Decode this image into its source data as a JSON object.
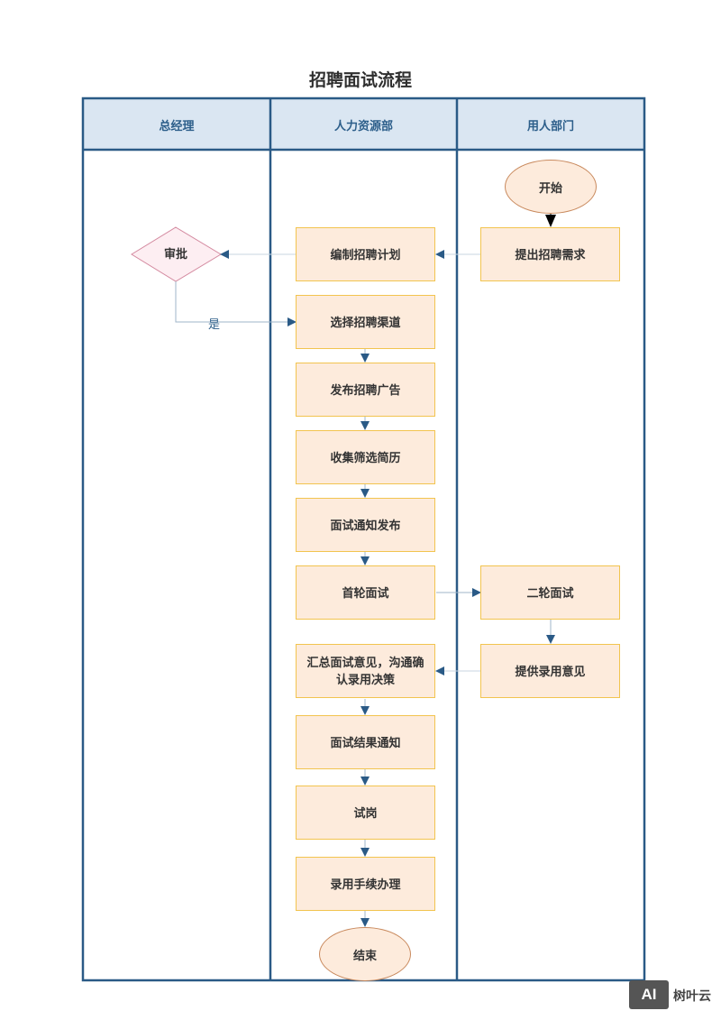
{
  "title": "招聘面试流程",
  "lanes": [
    "总经理",
    "人力资源部",
    "用人部门"
  ],
  "nodes": {
    "start": "开始",
    "request": "提出招聘需求",
    "plan": "编制招聘计划",
    "approve": "审批",
    "channel": "选择招聘渠道",
    "publish": "发布招聘广告",
    "collect": "收集筛选简历",
    "notify_interview": "面试通知发布",
    "first_interview": "首轮面试",
    "second_interview": "二轮面试",
    "feedback": "提供录用意见",
    "summary": "汇总面试意见，沟通确认录用决策",
    "result_notice": "面试结果通知",
    "trial": "试岗",
    "onboarding": "录用手续办理",
    "end": "结束"
  },
  "edge_labels": {
    "approve_yes": "是"
  },
  "logo": {
    "mark": "AI",
    "text": "树叶云"
  },
  "colors": {
    "lane_border": "#2a5a86",
    "lane_header_bg": "#dae6f2",
    "node_fill": "#fdebdc",
    "node_border": "#f2c44f",
    "arrow": "#2a5a86",
    "diamond_border": "#d48aa0",
    "diamond_fill": "#fdeef2"
  }
}
